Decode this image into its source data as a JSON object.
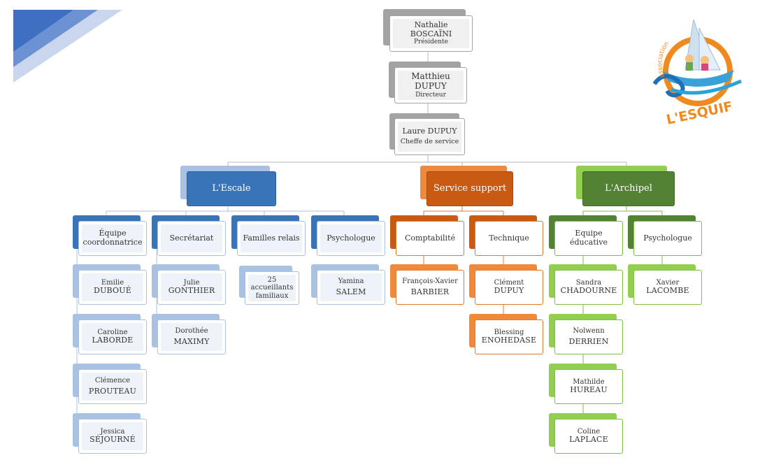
{
  "colors": {
    "gray": "#a3a3a3",
    "blue": "#3a74b8",
    "blue_light": "#a9c2e3",
    "orange": "#c85a14",
    "orange_light": "#ef8a3c",
    "green": "#548235",
    "green_light": "#92cf50"
  },
  "top": {
    "president": {
      "first": "Nathalie",
      "last": "BOSCAÏNI",
      "role": "Présidente"
    },
    "director": {
      "first": "Matthieu",
      "last": "DUPUY",
      "role": "Directeur"
    },
    "head": {
      "name": "Laure DUPUY",
      "role": "Cheffe de service"
    }
  },
  "groups": {
    "escale": "L'Escale",
    "support": "Service support",
    "archipel": "L'Archipel"
  },
  "escale": {
    "coord": {
      "line1": "Équipe",
      "line2": "coordonnatrice"
    },
    "secretariat": "Secrétariat",
    "familles": "Familles relais",
    "psychologue": "Psychologue",
    "emilie": {
      "first": "Emilie",
      "last": "DUBOUÉ"
    },
    "caroline": {
      "first": "Caroline",
      "last": "LABORDE"
    },
    "clemence": {
      "first": "Clémence",
      "last": "PROUTEAU"
    },
    "jessica": {
      "first": "Jessica",
      "last": "SÉJOURNÉ"
    },
    "julie": {
      "first": "Julie",
      "last": "GONTHIER"
    },
    "dorothee": {
      "first": "Dorothée",
      "last": "MAXIMY"
    },
    "accueillants": {
      "line1": "25",
      "line2": "accueillants",
      "line3": "familiaux"
    },
    "yamina": {
      "first": "Yamina",
      "last": "SALEM"
    }
  },
  "support": {
    "comptabilite": "Comptabilité",
    "technique": "Technique",
    "francois": {
      "first": "François-Xavier",
      "last": "BARBIER"
    },
    "clement": {
      "first": "Clément",
      "last": "DUPUY"
    },
    "blessing": {
      "first": "Blessing",
      "last": "ENOHEDASE"
    }
  },
  "archipel": {
    "educ": {
      "line1": "Equipe",
      "line2": "éducative"
    },
    "psychologue": "Psychologue",
    "sandra": {
      "first": "Sandra",
      "last": "CHADOURNE"
    },
    "nolwenn": {
      "first": "Nolwenn",
      "last": "DERRIEN"
    },
    "mathilde": {
      "first": "Mathilde",
      "last": "HUREAU"
    },
    "coline": {
      "first": "Coline",
      "last": "LAPLACE"
    },
    "xavier": {
      "first": "Xavier",
      "last": "LACOMBE"
    }
  },
  "logo": {
    "top_text": "association",
    "bottom_text": "L'ESQUIF"
  }
}
